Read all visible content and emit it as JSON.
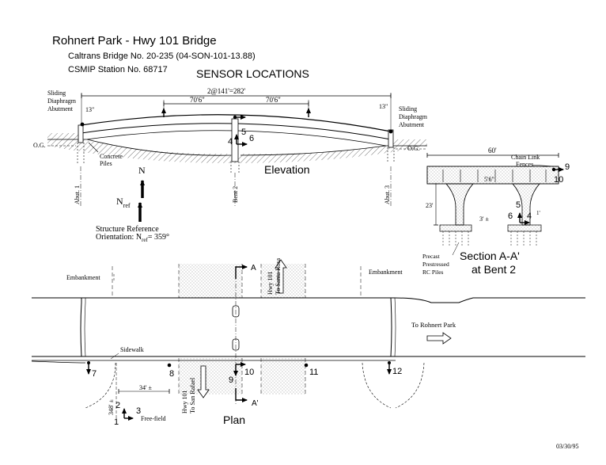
{
  "header": {
    "title": "Rohnert Park - Hwy 101 Bridge",
    "bridge_no": "Caltrans Bridge No. 20-235 (04-SON-101-13.88)",
    "station_no": "CSMIP Station No. 68717",
    "heading": "SENSOR LOCATIONS"
  },
  "elevation": {
    "left_support": [
      "Sliding",
      "Diaphragm",
      "Abutment"
    ],
    "right_support": [
      "Sliding",
      "Diaphragm",
      "Abutment"
    ],
    "left_dim": "13\"",
    "right_dim": "13\"",
    "overall_dim": "2@141'=282'",
    "left_span_dim": "70'6\"",
    "right_span_dim": "70'6\"",
    "og_left": "O.G.",
    "og_right": "O.G.",
    "piles_label": [
      "Concrete",
      "Piles"
    ],
    "support_labels": [
      "Abut. 1",
      "Bent 2",
      "Abut. 3"
    ],
    "view_title": "Elevation",
    "sensors": {
      "s4": "4",
      "s5": "5",
      "s6": "6"
    }
  },
  "orientation": {
    "north": "N",
    "nref": "N",
    "nref_sub": "ref",
    "line1": "Structure Reference",
    "line2_pre": "Orientation: N",
    "line2_sub": "ref",
    "line2_post": "= 359°"
  },
  "section": {
    "width_dim": "60'",
    "fence_label": [
      "Chain Link",
      "Fences"
    ],
    "deck_dim": "5'6\"",
    "height_dim": "23'",
    "col_dim": "3' ±",
    "small_dim": "1'",
    "piles_label": [
      "Precast",
      "Prestressed",
      "RC Piles"
    ],
    "title_1": "Section A-A'",
    "title_2": "at Bent 2",
    "sensors": {
      "s9": "9",
      "s10": "10",
      "s5": "5",
      "s6": "6",
      "s4": "4"
    }
  },
  "plan": {
    "embankment_left": "Embankment",
    "embankment_right": "Embankment",
    "section_mark_top": "A",
    "section_mark_bottom": "A'",
    "hwy_north": [
      "Hwy 101",
      "To Santa Rosa"
    ],
    "hwy_south": [
      "Hwy 101",
      "To San Rafael"
    ],
    "to_rohnert": "To Rohnert Park",
    "sidewalk": "Sidewalk",
    "dim_348": "348' ±",
    "dim_34": "34' ±",
    "free_field": "Free-field",
    "view_title": "Plan",
    "sensors": {
      "s1": "1",
      "s2": "2",
      "s3": "3",
      "s7": "7",
      "s8": "8",
      "s9": "9",
      "s10": "10",
      "s11": "11",
      "s12": "12"
    }
  },
  "footer": {
    "date": "03/30/95"
  }
}
